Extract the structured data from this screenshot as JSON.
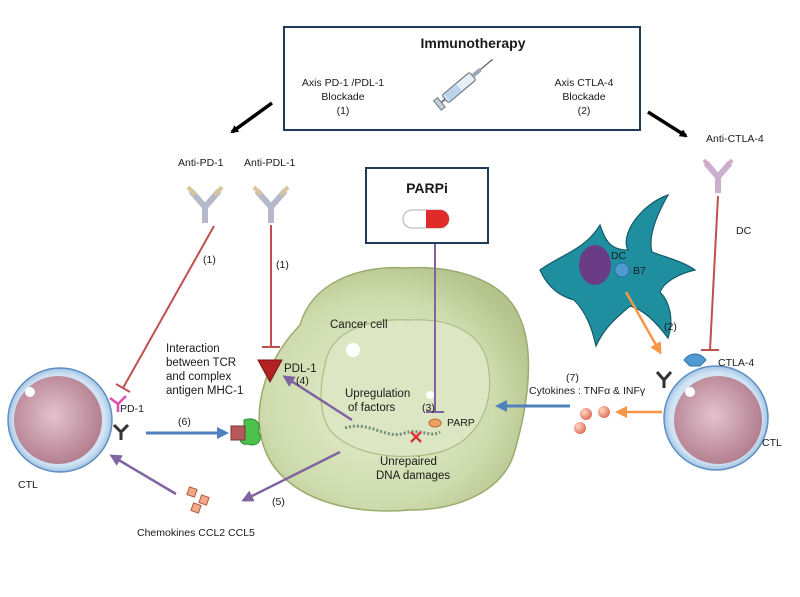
{
  "immunotherapy": {
    "title": "Immunotherapy",
    "left_line1": "Axis PD-1 /PDL-1",
    "left_line2": "Blockade",
    "left_line3": "(1)",
    "right_line1": "Axis CTLA-4",
    "right_line2": "Blockade",
    "right_line3": "(2)"
  },
  "parpi": {
    "title": "PARPi"
  },
  "antibodies": {
    "anti_pd1": "Anti-PD-1",
    "anti_pdl1": "Anti-PDL-1",
    "anti_ctla4": "Anti-CTLA-4"
  },
  "labels": {
    "n1_left": "(1)",
    "n1_center": "(1)",
    "n2": "(2)",
    "n3": "(3)",
    "n4": "(4)",
    "n5": "(5)",
    "n6": "(6)",
    "n7": "(7)",
    "cancer_cell": "Cancer cell",
    "pdl1": "PDL-1",
    "pd1": "PD-1",
    "interaction_line1": "Interaction",
    "interaction_line2": "between TCR",
    "interaction_line3": "and complex",
    "interaction_line4": "antigen MHC-1",
    "upregulation_line1": "Upregulation",
    "upregulation_line2": "of factors",
    "parp": "PARP",
    "unrepaired_line1": "Unrepaired",
    "unrepaired_line2": "DNA damages",
    "chemokines": "Chemokines  CCL2 CCL5",
    "ctl_left": "CTL",
    "ctl_right": "CTL",
    "dc_cell": "DC",
    "dc_side": "DC",
    "b7": "B7",
    "ctla4": "CTLA-4",
    "cytokines": "Cytokines : TNFα & INFγ"
  },
  "colors": {
    "inhibition_red": "#c0504d",
    "purple_arrow": "#8064a2",
    "blue_arrow": "#4f81bd",
    "orange_arrow": "#f79646",
    "cancer_fill": "#c9d7a8",
    "ctl_body": "#c89aa8",
    "dc_body": "#1f7f8f"
  }
}
